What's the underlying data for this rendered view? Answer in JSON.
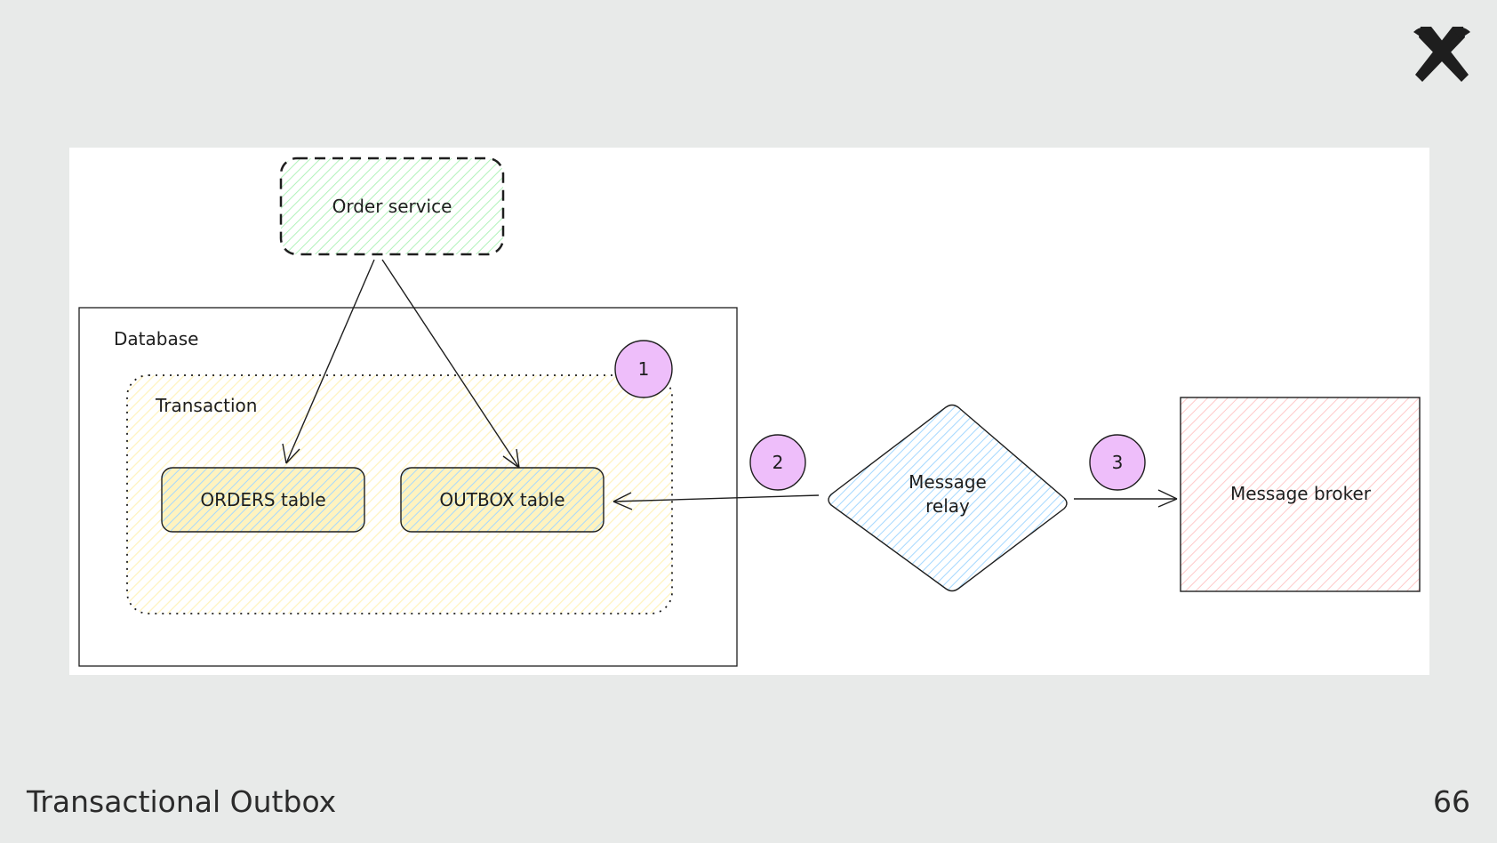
{
  "slide": {
    "title": "Transactional Outbox",
    "page_number": "66",
    "logo_icon": "crossed-hammers-icon"
  },
  "diagram": {
    "order_service": "Order service",
    "database": "Database",
    "transaction": "Transaction",
    "orders_table": "ORDERS table",
    "outbox_table": "OUTBOX table",
    "message_relay_line1": "Message",
    "message_relay_line2": "relay",
    "message_broker": "Message broker",
    "step_1": "1",
    "step_2": "2",
    "step_3": "3"
  },
  "colors": {
    "background": "#e8eae9",
    "panel": "#ffffff",
    "order_service_fill": "#b2f2bb",
    "transaction_fill": "#fff3bf",
    "table_fill": "#a5d8ff",
    "relay_fill": "#a5d8ff",
    "broker_fill": "#ffc9c9",
    "badge_fill": "#eebefa",
    "stroke": "#1e1e1e"
  }
}
